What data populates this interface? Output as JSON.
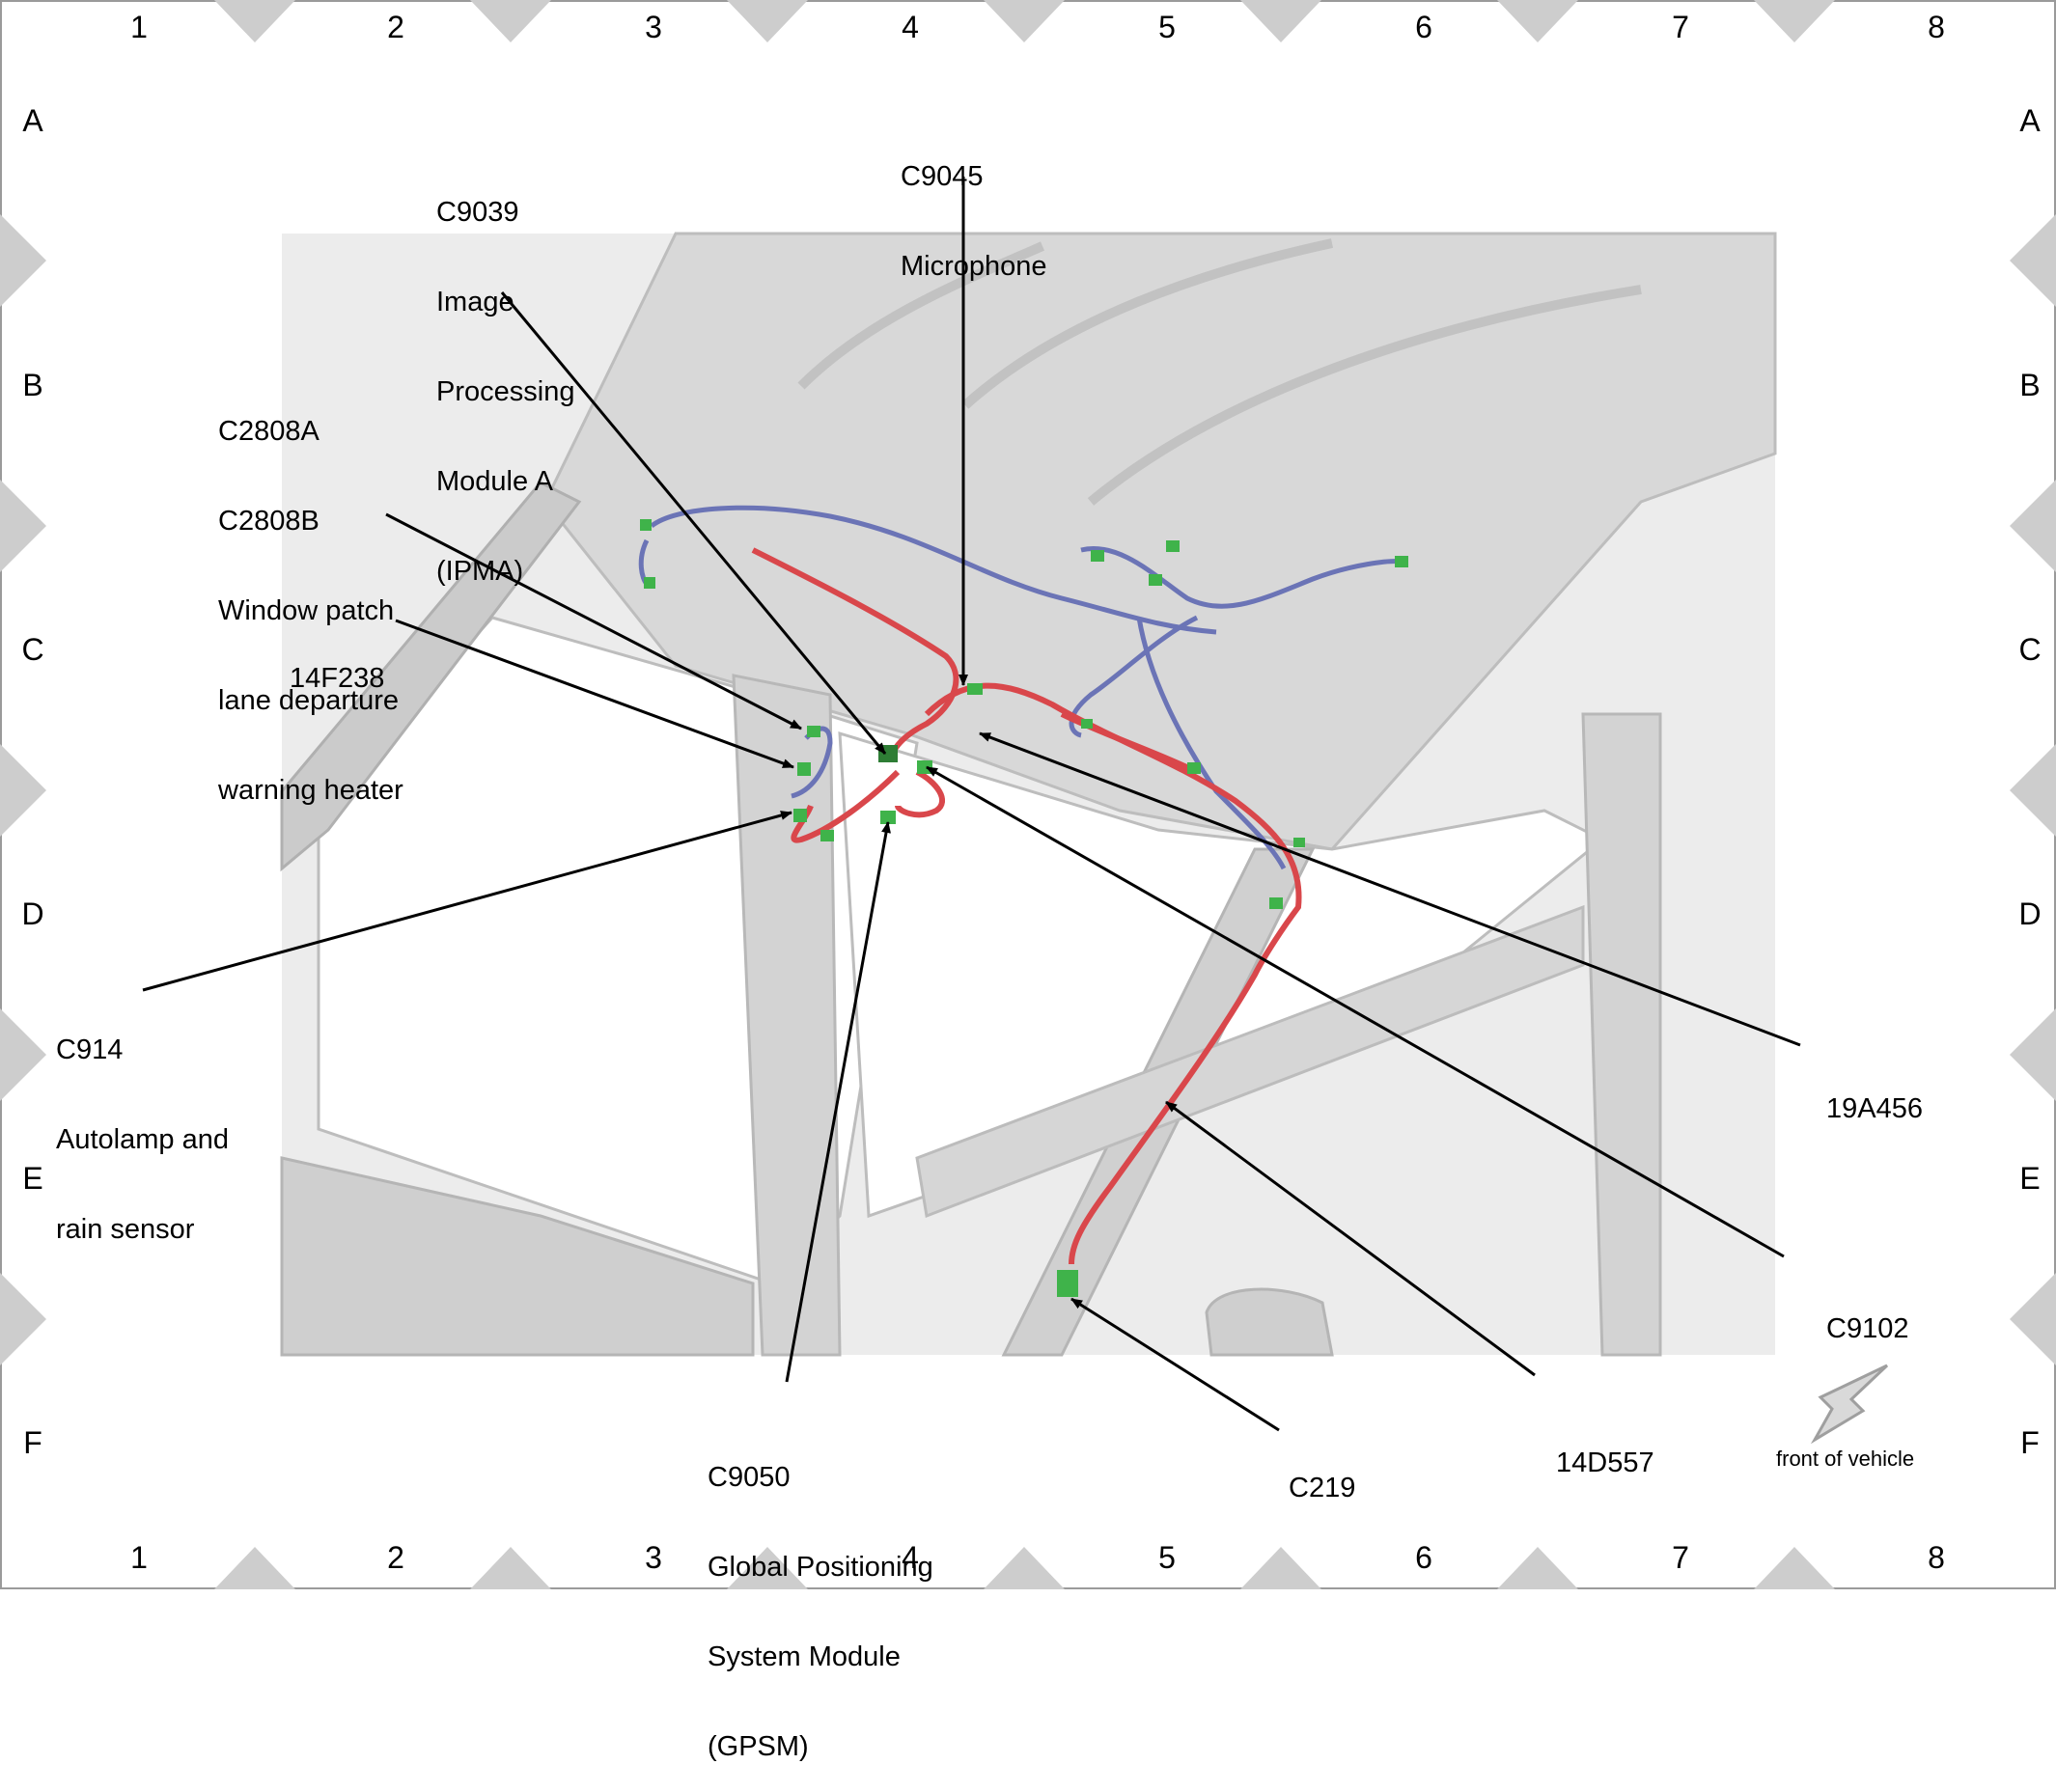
{
  "grid": {
    "columns": [
      "1",
      "2",
      "3",
      "4",
      "5",
      "6",
      "7",
      "8"
    ],
    "rows": [
      "A",
      "B",
      "C",
      "D",
      "E",
      "F"
    ]
  },
  "callouts": [
    {
      "id": "c9045",
      "lines": [
        "C9045",
        "Microphone"
      ]
    },
    {
      "id": "c9039",
      "lines": [
        "C9039",
        "Image",
        "Processing",
        "Module A",
        "(IPMA)"
      ]
    },
    {
      "id": "c2808",
      "lines": [
        "C2808A",
        "C2808B",
        "Window patch",
        "lane departure",
        "warning heater"
      ]
    },
    {
      "id": "14f238",
      "lines": [
        "14F238"
      ]
    },
    {
      "id": "c914",
      "lines": [
        "C914",
        "Autolamp and",
        "rain sensor"
      ]
    },
    {
      "id": "19a456",
      "lines": [
        "19A456"
      ]
    },
    {
      "id": "c9102",
      "lines": [
        "C9102"
      ]
    },
    {
      "id": "14d557",
      "lines": [
        "14D557"
      ]
    },
    {
      "id": "c219",
      "lines": [
        "C219"
      ]
    },
    {
      "id": "c9050",
      "lines": [
        "C9050",
        "Global Positioning",
        "System Module",
        "(GPSM)"
      ]
    }
  ],
  "front_note": "front of vehicle",
  "colors": {
    "harness_red": "#d9474b",
    "harness_blue": "#6b74b6",
    "connector_green": "#3fb34a",
    "body_gray": "#d4d4d4",
    "frame_gray": "#cfcfcf"
  },
  "icons": [
    "front-arrow-icon"
  ]
}
